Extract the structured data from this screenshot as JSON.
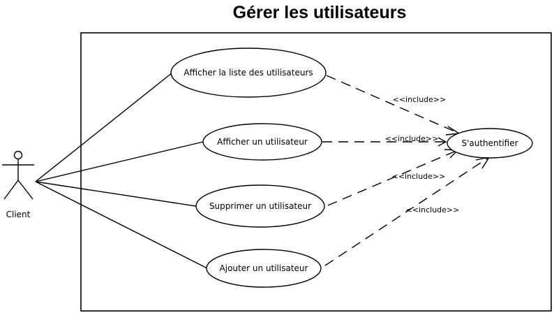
{
  "title": "Gérer les utilisateurs",
  "actor": {
    "label": "Client"
  },
  "use_cases": [
    {
      "id": "list",
      "label": "Afficher la liste des utilisateurs"
    },
    {
      "id": "show",
      "label": "Afficher un utilisateur"
    },
    {
      "id": "delete",
      "label": "Supprimer un utilisateur"
    },
    {
      "id": "add",
      "label": "Ajouter un utilisateur"
    },
    {
      "id": "auth",
      "label": "S'authentifier"
    }
  ],
  "relations": [
    {
      "from": "list",
      "to": "auth",
      "label": "<<include>>"
    },
    {
      "from": "show",
      "to": "auth",
      "label": "<<include>>"
    },
    {
      "from": "delete",
      "to": "auth",
      "label": "<<include>>"
    },
    {
      "from": "add",
      "to": "auth",
      "label": "<<include>>"
    }
  ]
}
